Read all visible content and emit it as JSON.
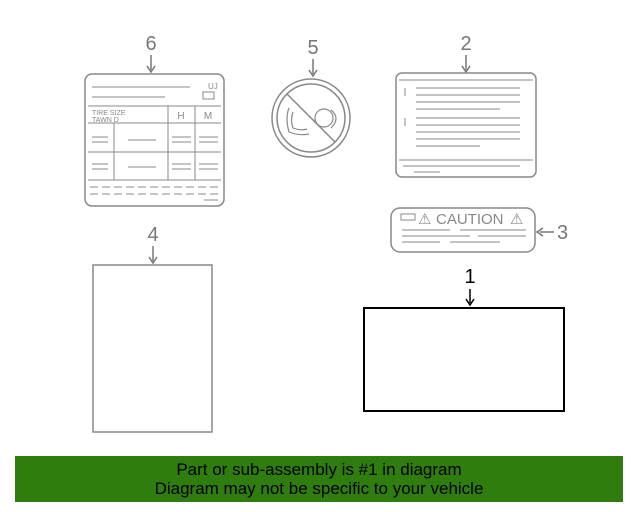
{
  "callouts": {
    "c1": "1",
    "c2": "2",
    "c3": "3",
    "c4": "4",
    "c5": "5",
    "c6": "6"
  },
  "tire_label": {
    "tire_size": "TIRE SIZE",
    "tire_subtext": "TAWN D",
    "col_h": "H",
    "col_m": "M",
    "corner_mark": "UJ"
  },
  "caution_label": {
    "text": "CAUTION"
  },
  "banner": {
    "line1": "Part or sub-assembly is #1 in diagram",
    "line2": "Diagram may not be specific to your vehicle"
  },
  "colors": {
    "highlighted_part": "#000000",
    "other_parts": "#888888",
    "banner_bg": "#2f7d0f"
  }
}
